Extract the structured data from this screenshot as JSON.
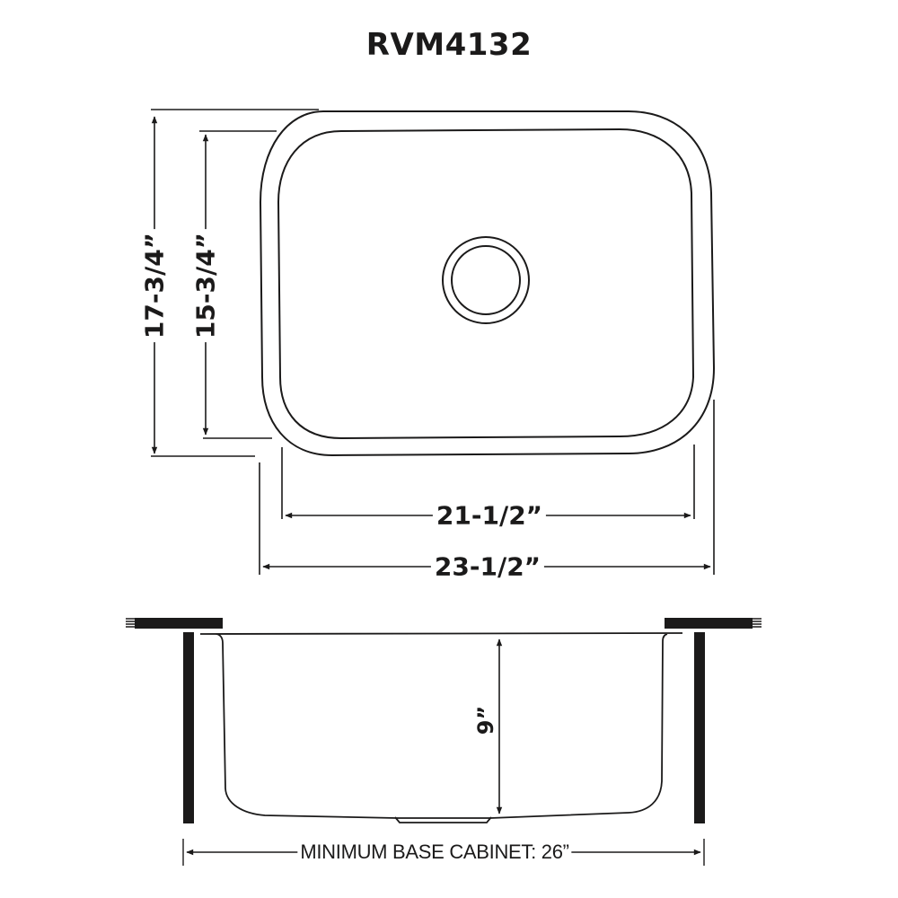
{
  "title": "RVM4132",
  "top_view": {
    "outer_depth": "17-3/4”",
    "inner_depth": "15-3/4”",
    "inner_width": "21-1/2”",
    "outer_width": "23-1/2”",
    "drain": "drain-circle-icon"
  },
  "side_view": {
    "bowl_depth": "9”",
    "cabinet_label": "MINIMUM BASE CABINET: 26”"
  },
  "colors": {
    "line": "#1b1a1a",
    "background": "#ffffff"
  }
}
